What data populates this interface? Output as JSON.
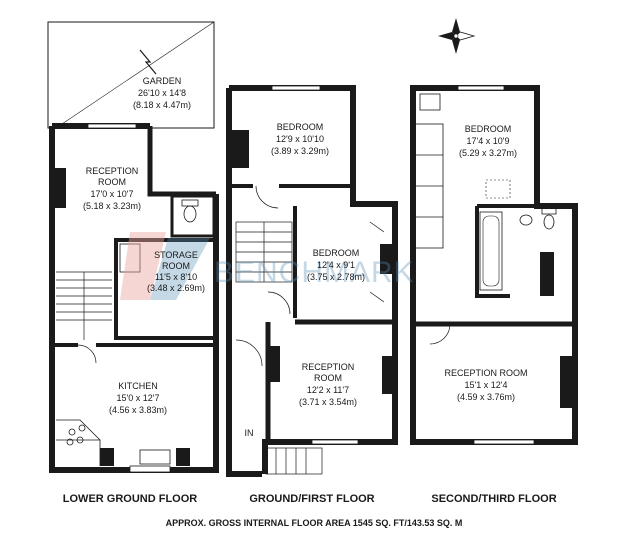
{
  "rooms": {
    "garden": {
      "name": "GARDEN",
      "imperial": "26'10 x 14'8",
      "metric": "(8.18 x 4.47m)"
    },
    "reception_lower": {
      "name_1": "RECEPTION",
      "name_2": "ROOM",
      "imperial": "17'0 x 10'7",
      "metric": "(5.18 x 3.23m)"
    },
    "storage": {
      "name": "STORAGE",
      "name_2": "ROOM",
      "imperial": "11'5 x 8'10",
      "metric": "(3.48 x 2.69m)"
    },
    "kitchen": {
      "name": "KITCHEN",
      "imperial": "15'0 x 12'7",
      "metric": "(4.56 x 3.83m)"
    },
    "bedroom_first_a": {
      "name": "BEDROOM",
      "imperial": "12'9 x 10'10",
      "metric": "(3.89 x 3.29m)"
    },
    "bedroom_first_b": {
      "name": "BEDROOM",
      "imperial": "12'4 x 9'1",
      "metric": "(3.75 x 2.78m)"
    },
    "reception_ground": {
      "name_1": "RECEPTION",
      "name_2": "ROOM",
      "imperial": "12'2 x 11'7",
      "metric": "(3.71 x 3.54m)"
    },
    "bedroom_top": {
      "name": "BEDROOM",
      "imperial": "17'4 x 10'9",
      "metric": "(5.29 x 3.27m)"
    },
    "reception_top": {
      "name": "RECEPTION ROOM",
      "imperial": "15'1 x 12'4",
      "metric": "(4.59 x 3.76m)"
    }
  },
  "entrance_label": "IN",
  "floors": [
    "LOWER GROUND FLOOR",
    "GROUND/FIRST FLOOR",
    "SECOND/THIRD FLOOR"
  ],
  "footer": "APPROX. GROSS INTERNAL FLOOR AREA 1545 SQ. FT/143.53 SQ. M",
  "watermark": "BENCHMARK",
  "colors": {
    "wall": "#1a1a1a",
    "watermark": "#5a8fb5",
    "watermark_k": "#e8a49c"
  },
  "icons": [
    "compass-icon",
    "toilet-icon",
    "bath-icon",
    "sink-icon",
    "hob-icon",
    "sink-icon-kitchen",
    "door-swing-icon"
  ]
}
